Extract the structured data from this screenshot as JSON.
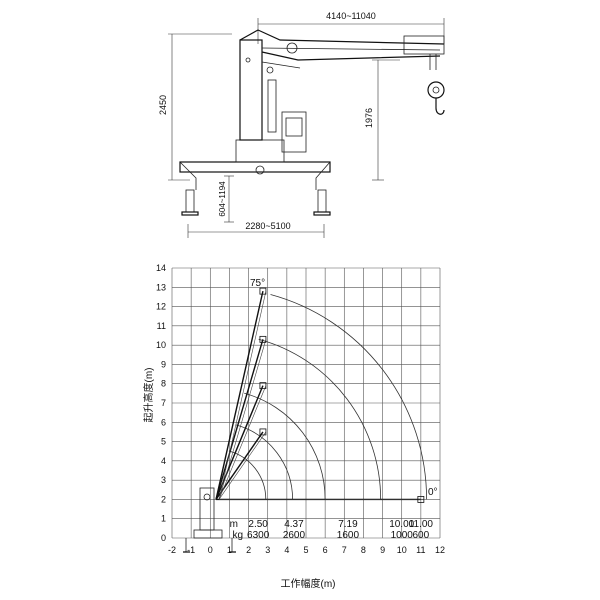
{
  "crane_drawing": {
    "dims": {
      "boom_reach": "4140~11040",
      "total_height": "2450",
      "boom_height": "1976",
      "outrigger_height": "604~1194",
      "outrigger_span": "2280~5100"
    }
  },
  "chart_data": {
    "type": "diagram",
    "xlabel": "工作幅度(m)",
    "ylabel": "起升高度(m)",
    "xlim": [
      -2,
      12
    ],
    "ylim": [
      0,
      14
    ],
    "x_ticks": [
      "-2",
      "-1",
      "0",
      "1",
      "2",
      "3",
      "4",
      "5",
      "6",
      "7",
      "8",
      "9",
      "10",
      "11",
      "12"
    ],
    "y_ticks": [
      "0",
      "1",
      "2",
      "3",
      "4",
      "5",
      "6",
      "7",
      "8",
      "9",
      "10",
      "11",
      "12",
      "13",
      "14"
    ],
    "angle_max": "75°",
    "angle_min": "0°",
    "unit_radius": "m",
    "unit_load": "kg",
    "load_table": [
      {
        "radius": "2.50",
        "load": "6300"
      },
      {
        "radius": "4.37",
        "load": "2600"
      },
      {
        "radius": "7.19",
        "load": "1600"
      },
      {
        "radius": "10.00",
        "load": "1000"
      },
      {
        "radius": "11.00",
        "load": "600"
      }
    ],
    "pivot": [
      0.3,
      2.0
    ],
    "boom_sections": [
      {
        "reach": 2.6,
        "tip": [
          2.75,
          5.5
        ]
      },
      {
        "reach": 4.0,
        "tip": [
          2.75,
          7.9
        ]
      },
      {
        "reach": 5.7,
        "tip": [
          2.75,
          10.3
        ]
      },
      {
        "reach": 8.6,
        "tip": [
          2.75,
          12.8
        ]
      },
      {
        "reach": 11.0,
        "tip": [
          11.0,
          2.0
        ]
      }
    ]
  }
}
